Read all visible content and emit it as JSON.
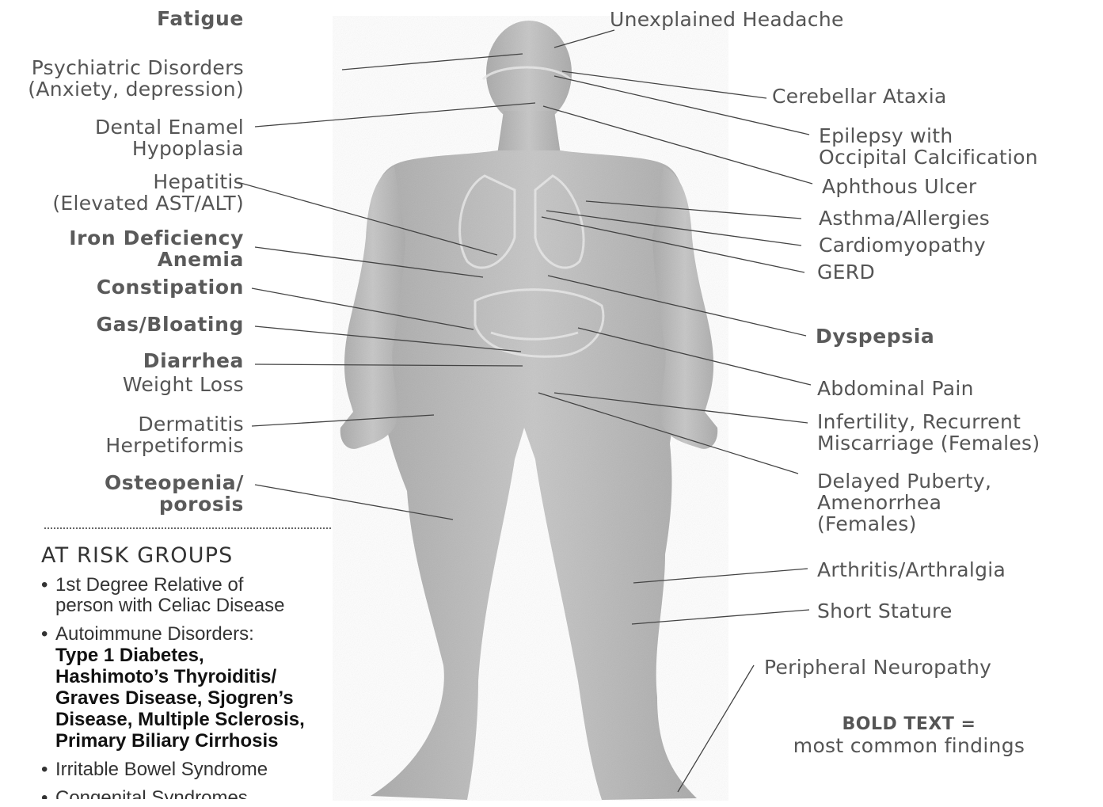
{
  "left_labels": [
    {
      "text": "Fatigue",
      "bold": true
    },
    {
      "text": "Psychiatric Disorders\n(Anxiety, depression)",
      "bold": false
    },
    {
      "text": "Dental Enamel\nHypoplasia",
      "bold": false
    },
    {
      "text": "Hepatitis\n(Elevated AST/ALT)",
      "bold": false
    },
    {
      "text": "Iron Deficiency\nAnemia",
      "bold": true
    },
    {
      "text": "Constipation",
      "bold": true
    },
    {
      "text": "Gas/Bloating",
      "bold": true
    },
    {
      "text": "Diarrhea",
      "bold": true
    },
    {
      "text": "Weight Loss",
      "bold": false
    },
    {
      "text": "Dermatitis\nHerpetiformis",
      "bold": false
    },
    {
      "text": "Osteopenia/\nporosis",
      "bold": true
    }
  ],
  "right_labels": [
    {
      "text": "Unexplained Headache",
      "bold": false
    },
    {
      "text": "Cerebellar Ataxia",
      "bold": false
    },
    {
      "text": "Epilepsy with\nOccipital Calcification",
      "bold": false
    },
    {
      "text": "Aphthous Ulcer",
      "bold": false
    },
    {
      "text": "Asthma/Allergies",
      "bold": false
    },
    {
      "text": "Cardiomyopathy",
      "bold": false
    },
    {
      "text": "GERD",
      "bold": false
    },
    {
      "text": "Dyspepsia",
      "bold": true
    },
    {
      "text": "Abdominal Pain",
      "bold": false
    },
    {
      "text": "Infertility, Recurrent\nMiscarriage (Females)",
      "bold": false
    },
    {
      "text": "Delayed Puberty,\nAmenorrhea\n(Females)",
      "bold": false
    },
    {
      "text": "Arthritis/Arthralgia",
      "bold": false
    },
    {
      "text": "Short Stature",
      "bold": false
    },
    {
      "text": "Peripheral Neuropathy",
      "bold": false
    }
  ],
  "risk": {
    "title": "AT RISK GROUPS",
    "items": [
      {
        "text": "1st Degree Relative of\nperson with Celiac Disease",
        "sub": ""
      },
      {
        "text": "Autoimmune Disorders:",
        "sub": "Type 1 Diabetes,\nHashimoto’s Thyroiditis/\nGraves Disease, Sjogren’s\nDisease, Multiple Sclerosis,\nPrimary Biliary Cirrhosis"
      },
      {
        "text": "Irritable Bowel Syndrome",
        "sub": ""
      },
      {
        "text": "Congenital Syndromes",
        "sub": ""
      }
    ]
  },
  "legend": {
    "bold_text": "BOLD TEXT =",
    "text": "most common findings"
  },
  "colors": {
    "body_fill": "#b4b4b4",
    "leader": "#444444",
    "label": "#555555"
  }
}
